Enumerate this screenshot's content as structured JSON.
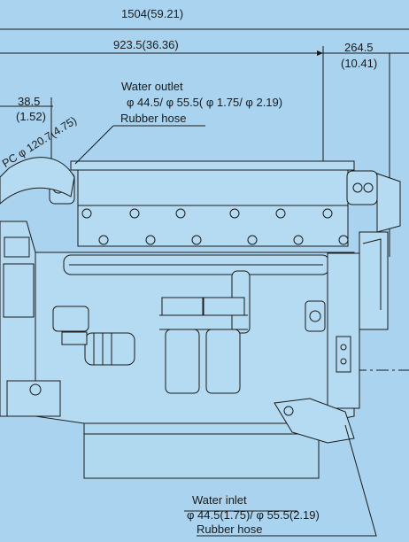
{
  "dimensions": {
    "overall_length": "1504(59.21)",
    "block_length": "923.5(36.36)",
    "rear_offset_mm": "264.5",
    "rear_offset_in": "(10.41)",
    "front_offset_mm": "38.5",
    "front_offset_in": "(1.52)",
    "pulley_circle": "PC φ 120.7(4.75)"
  },
  "water_outlet": {
    "title": "Water outlet",
    "size": "φ 44.5/ φ 55.5( φ 1.75/ φ 2.19)",
    "hose": "Rubber hose"
  },
  "water_inlet": {
    "title": "Water inlet",
    "size": "φ 44.5(1.75)/ φ 55.5(2.19)",
    "hose": "Rubber hose"
  },
  "colors": {
    "background": "#a9d3ee",
    "line": "#1a1a1a",
    "body_fill": "#b4dbf1"
  }
}
